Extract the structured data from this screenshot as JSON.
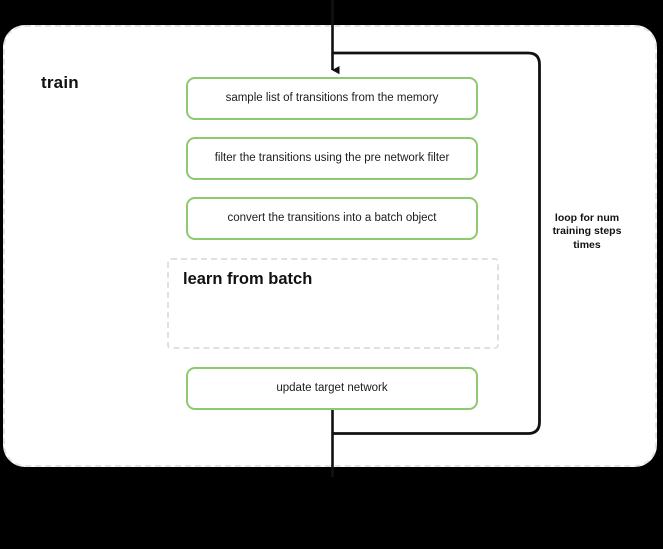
{
  "canvas": {
    "background_color": "#000000",
    "card_background_color": "#ffffff",
    "accent_green": "#8cc971",
    "dashed_border_color": "#e3e3e3",
    "flow_line_color": "#111111"
  },
  "card": {
    "title": "train"
  },
  "steps": [
    {
      "id": "step-0",
      "label": "sample list of transitions from the memory"
    },
    {
      "id": "step-1",
      "label": "filter the transitions using the pre network filter"
    },
    {
      "id": "step-2",
      "label": "convert the transitions into a batch object"
    },
    {
      "id": "step-3",
      "label": "update target network"
    }
  ],
  "subgroup": {
    "title": "learn from batch"
  },
  "loop": {
    "caption": "loop for num training steps times",
    "caption_lines": [
      "loop for num",
      "training steps",
      "times"
    ]
  },
  "icons": {
    "entry_arrow": "arrow-down-icon",
    "loop_path": "loop-back-path-icon"
  }
}
